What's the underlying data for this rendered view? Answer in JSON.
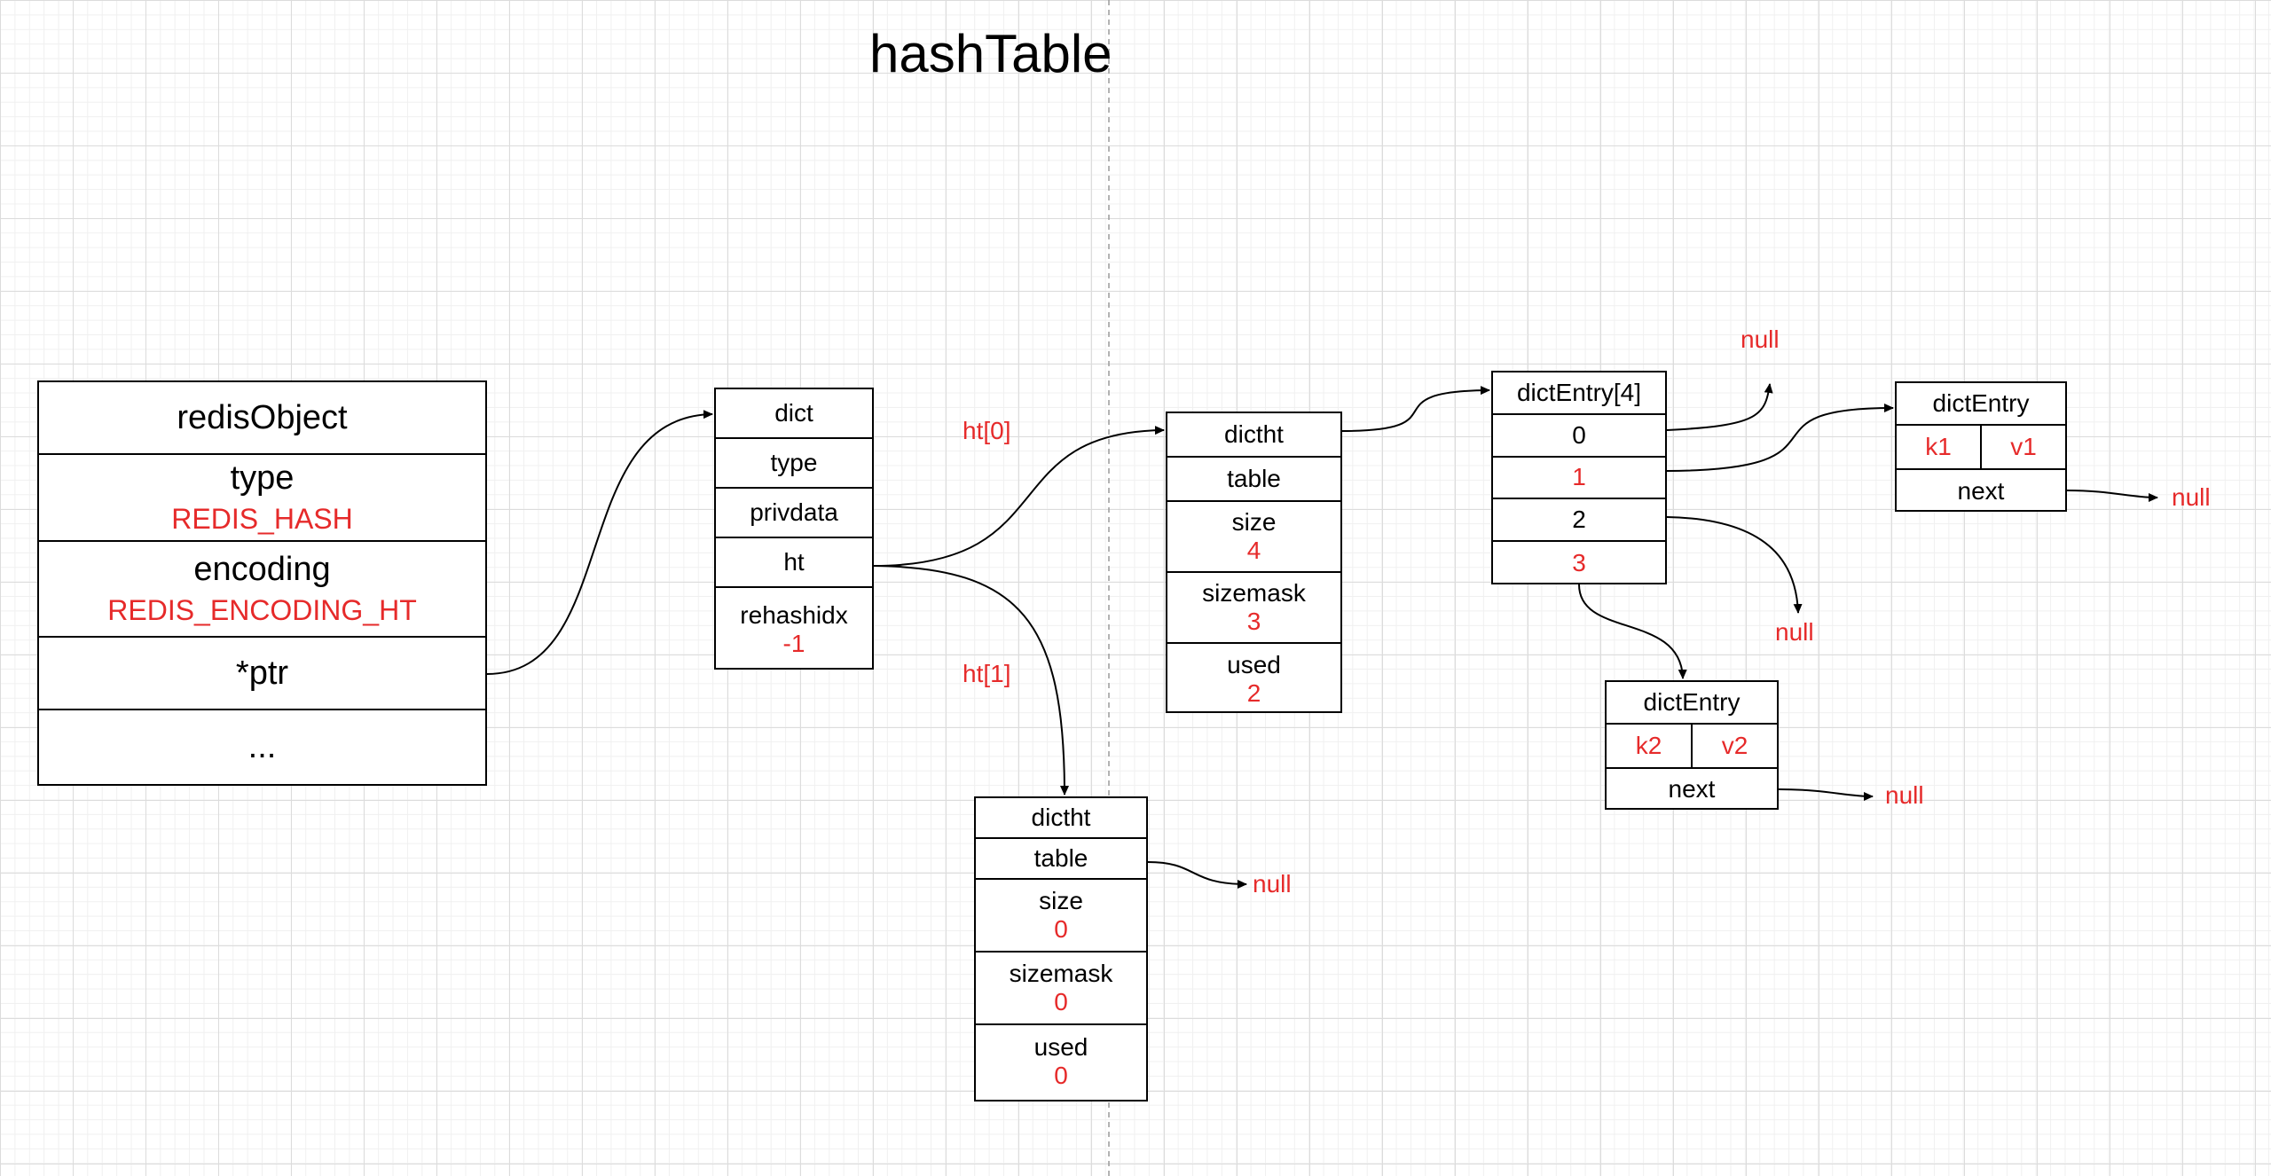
{
  "title": "hashTable",
  "redisObject": {
    "header": "redisObject",
    "type_label": "type",
    "type_value": "REDIS_HASH",
    "encoding_label": "encoding",
    "encoding_value": "REDIS_ENCODING_HT",
    "ptr_label": "*ptr",
    "ellipsis": "..."
  },
  "dict": {
    "header": "dict",
    "type_label": "type",
    "privdata_label": "privdata",
    "ht_label": "ht",
    "rehashidx_label": "rehashidx",
    "rehashidx_value": "-1"
  },
  "edge_labels": {
    "ht0": "ht[0]",
    "ht1": "ht[1]"
  },
  "dictht0": {
    "header": "dictht",
    "table_label": "table",
    "size_label": "size",
    "size_value": "4",
    "sizemask_label": "sizemask",
    "sizemask_value": "3",
    "used_label": "used",
    "used_value": "2"
  },
  "dictht1": {
    "header": "dictht",
    "table_label": "table",
    "size_label": "size",
    "size_value": "0",
    "sizemask_label": "sizemask",
    "sizemask_value": "0",
    "used_label": "used",
    "used_value": "0"
  },
  "dictEntryArray": {
    "header": "dictEntry[4]",
    "slots": [
      "0",
      "1",
      "2",
      "3"
    ]
  },
  "entry1": {
    "header": "dictEntry",
    "key": "k1",
    "value": "v1",
    "next_label": "next"
  },
  "entry2": {
    "header": "dictEntry",
    "key": "k2",
    "value": "v2",
    "next_label": "next"
  },
  "null_text": "null",
  "colors": {
    "accent_red": "#e62a2a",
    "grid": "#dcdcdc",
    "line": "#000000"
  }
}
